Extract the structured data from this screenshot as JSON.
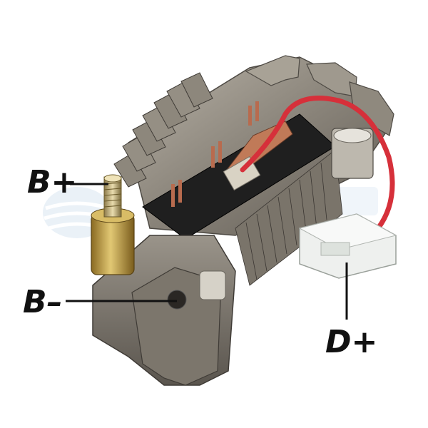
{
  "labels": {
    "b_plus": "B+",
    "b_minus": "B–",
    "d_plus": "D+"
  },
  "colors": {
    "background": "#ffffff",
    "metal_light": "#a39d92",
    "metal_mid": "#8a847a",
    "metal_dark": "#5a554e",
    "brass": "#c9a850",
    "insulator": "#1c1c1c",
    "wire_red": "#d6303a",
    "copper": "#b86b4e",
    "connector": "#eef0ee",
    "watermark": "#c7d9ea",
    "label_text": "#111111"
  }
}
